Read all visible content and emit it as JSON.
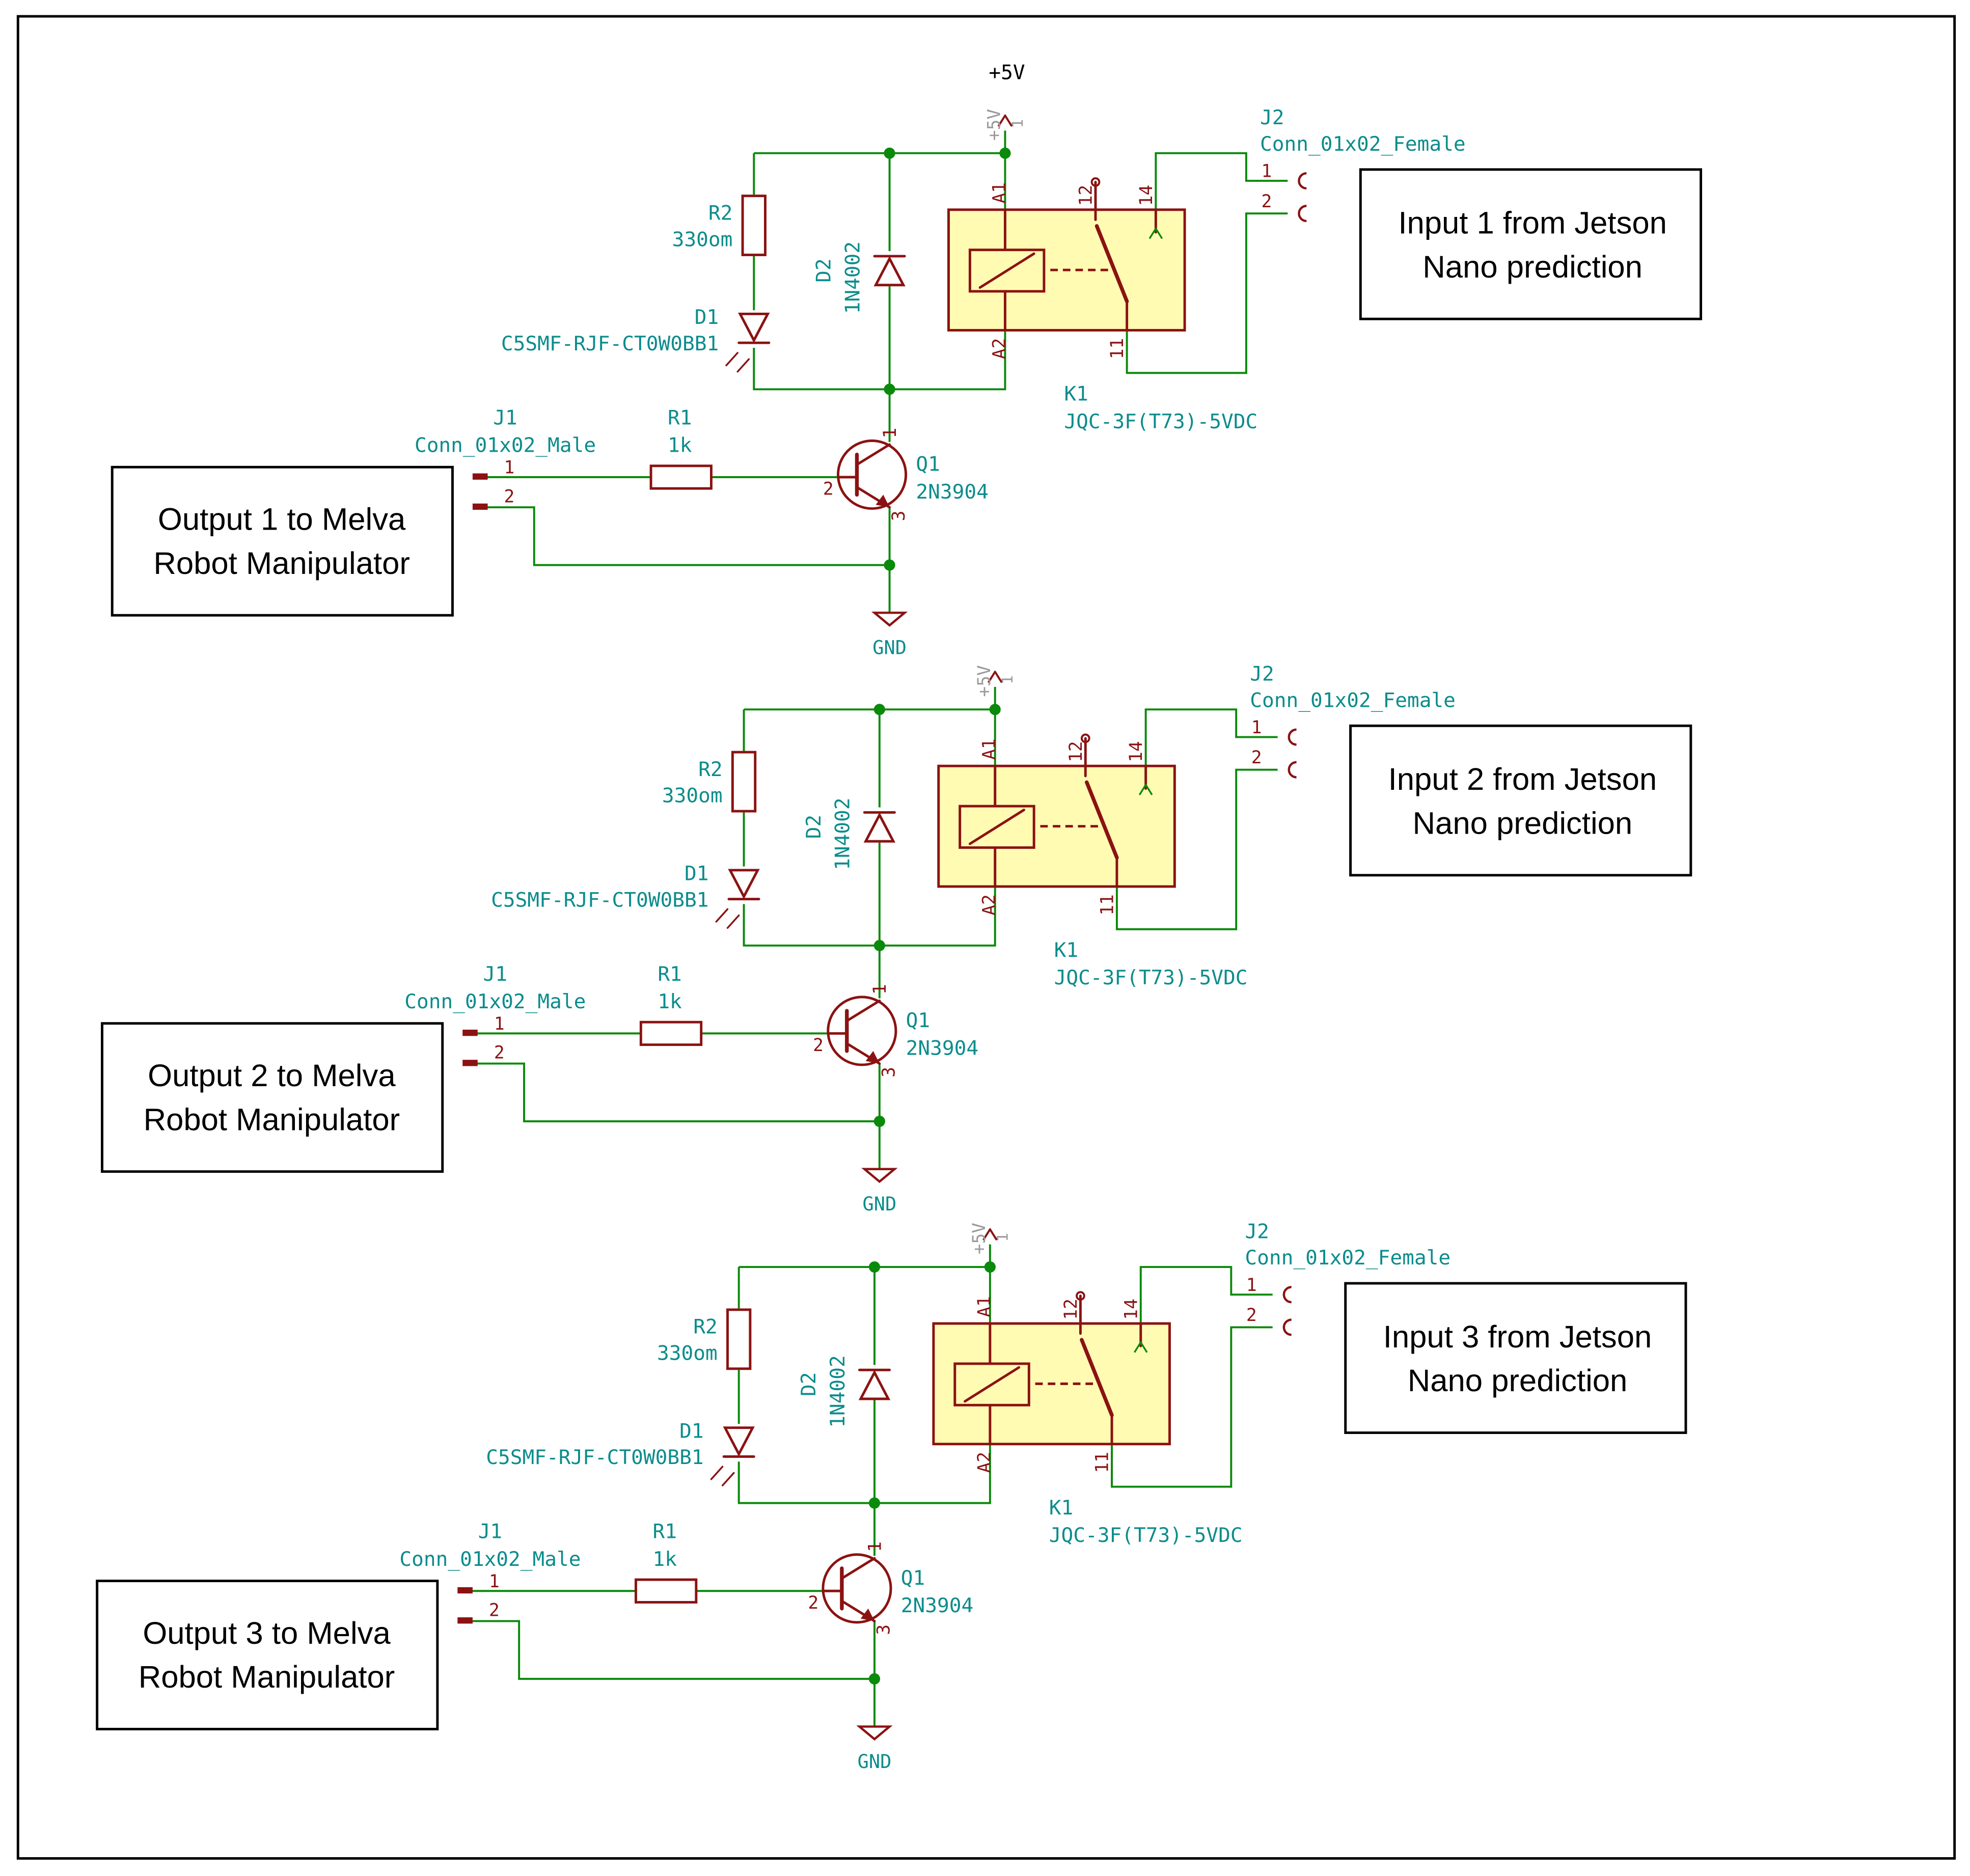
{
  "colors": {
    "wire": "#0a8a0a",
    "component": "#8b1212",
    "label": "#0c8c8c",
    "power_label": "#9a9a9a",
    "relay_fill": "#fffbb3",
    "frame": "#000000"
  },
  "power": {
    "main_label": "+5V",
    "net_label": "+5V",
    "pin_label": "1",
    "gnd_label": "GND"
  },
  "stages": [
    {
      "r2": {
        "ref": "R2",
        "value": "330om"
      },
      "d1": {
        "ref": "D1",
        "value": "C5SMF-RJF-CT0W0BB1"
      },
      "d2": {
        "ref": "D2",
        "value": "1N4002"
      },
      "k1": {
        "ref": "K1",
        "value": "JQC-3F(T73)-5VDC",
        "pins": [
          "A1",
          "A2",
          "12",
          "14",
          "11"
        ]
      },
      "j1": {
        "ref": "J1",
        "value": "Conn_01x02_Male",
        "pins": [
          "1",
          "2"
        ]
      },
      "j2": {
        "ref": "J2",
        "value": "Conn_01x02_Female",
        "pins": [
          "1",
          "2"
        ]
      },
      "r1": {
        "ref": "R1",
        "value": "1k"
      },
      "q1": {
        "ref": "Q1",
        "value": "2N3904",
        "pins": [
          "1",
          "2",
          "3"
        ]
      },
      "output_box": {
        "line1": "Output 1 to Melva",
        "line2": "Robot Manipulator"
      },
      "input_box": {
        "line1": "Input 1 from Jetson",
        "line2": "Nano prediction"
      }
    },
    {
      "r2": {
        "ref": "R2",
        "value": "330om"
      },
      "d1": {
        "ref": "D1",
        "value": "C5SMF-RJF-CT0W0BB1"
      },
      "d2": {
        "ref": "D2",
        "value": "1N4002"
      },
      "k1": {
        "ref": "K1",
        "value": "JQC-3F(T73)-5VDC",
        "pins": [
          "A1",
          "A2",
          "12",
          "14",
          "11"
        ]
      },
      "j1": {
        "ref": "J1",
        "value": "Conn_01x02_Male",
        "pins": [
          "1",
          "2"
        ]
      },
      "j2": {
        "ref": "J2",
        "value": "Conn_01x02_Female",
        "pins": [
          "1",
          "2"
        ]
      },
      "r1": {
        "ref": "R1",
        "value": "1k"
      },
      "q1": {
        "ref": "Q1",
        "value": "2N3904",
        "pins": [
          "1",
          "2",
          "3"
        ]
      },
      "output_box": {
        "line1": "Output 2 to Melva",
        "line2": "Robot Manipulator"
      },
      "input_box": {
        "line1": "Input 2 from Jetson",
        "line2": "Nano prediction"
      }
    },
    {
      "r2": {
        "ref": "R2",
        "value": "330om"
      },
      "d1": {
        "ref": "D1",
        "value": "C5SMF-RJF-CT0W0BB1"
      },
      "d2": {
        "ref": "D2",
        "value": "1N4002"
      },
      "k1": {
        "ref": "K1",
        "value": "JQC-3F(T73)-5VDC",
        "pins": [
          "A1",
          "A2",
          "12",
          "14",
          "11"
        ]
      },
      "j1": {
        "ref": "J1",
        "value": "Conn_01x02_Male",
        "pins": [
          "1",
          "2"
        ]
      },
      "j2": {
        "ref": "J2",
        "value": "Conn_01x02_Female",
        "pins": [
          "1",
          "2"
        ]
      },
      "r1": {
        "ref": "R1",
        "value": "1k"
      },
      "q1": {
        "ref": "Q1",
        "value": "2N3904",
        "pins": [
          "1",
          "2",
          "3"
        ]
      },
      "output_box": {
        "line1": "Output 3 to Melva",
        "line2": "Robot Manipulator"
      },
      "input_box": {
        "line1": "Input 3 from Jetson",
        "line2": "Nano prediction"
      }
    }
  ]
}
